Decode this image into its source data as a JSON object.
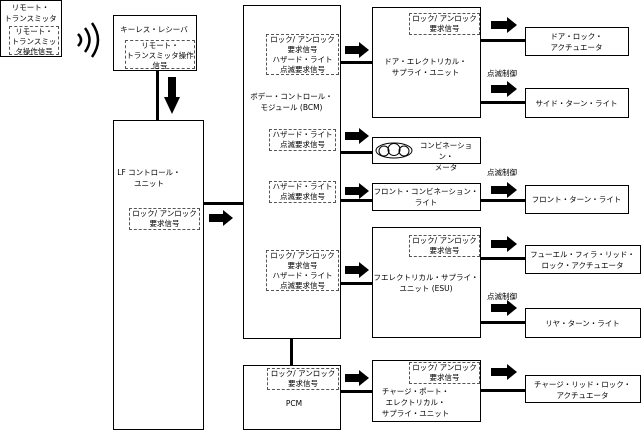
{
  "remote": {
    "title": "リモート・\nトランスミッタ",
    "signal": "リモート・\nトランスミッ\nタ操作信号"
  },
  "receiver": {
    "title": "キーレス・レシーバ",
    "signal": "リモート・\nトランスミッタ操作\n信号"
  },
  "lf": {
    "title": "LF コントロール・\nユニット",
    "signal": "ロック/ アンロック\n要求信号"
  },
  "bcm": {
    "title": "ボデー・コントロール・\nモジュール (BCM)",
    "sig1": "ロック/ アンロック\n要求信号\nハザード・ライト\n点滅要求信号",
    "sig2": "ハザード・ライト\n点滅要求信号",
    "sig3": "ハザード・ライト\n点滅要求信号",
    "sig4": "ロック/ アンロック\n要求信号\nハザード・ライト\n点滅要求信号"
  },
  "pcm": {
    "title": "PCM",
    "signal": "ロック/ アンロック\n要求信号"
  },
  "door_esu": {
    "title": "ドア・エレクトリカル・\nサプライ・ユニット",
    "signal": "ロック/ アンロック\n要求信号"
  },
  "meter": {
    "title": "コンビネーション・\nメータ"
  },
  "front_comb": {
    "title": "フロント・コンビネーション・\nライト"
  },
  "esu": {
    "title": "フエレクトリカル・サプライ・\nユニット (ESU)",
    "signal": "ロック/ アンロック\n要求信号"
  },
  "charge_esu": {
    "title": "チャージ・ポート・\nエレクトリカル・\nサプライ・ユニット",
    "signal": "ロック/ アンロック\n要求信号"
  },
  "outputs": {
    "door_lock": "ドア・ロック・\nアクチュエータ",
    "side_turn": "サイド・ターン・ライト",
    "front_turn": "フロント・ターン・ライト",
    "fuel_lid": "フューエル・フィラ・リッド・\nロック・アクチュエータ",
    "rear_turn": "リヤ・ターン・ライト",
    "charge_lid": "チャージ・リッド・ロック・\nアクチュエータ"
  },
  "blink_label": "点滅制御"
}
